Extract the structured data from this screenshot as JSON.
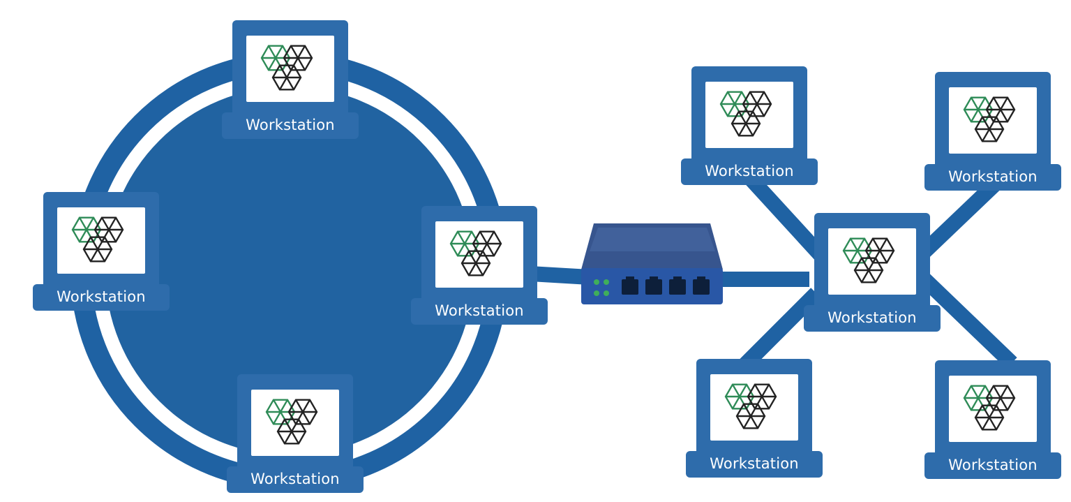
{
  "colors": {
    "link": "#1f62a3",
    "ring_fill": "#2163a1",
    "device": "#2e6cab",
    "switch_top": "#37558e",
    "switch_front": "#2957a6",
    "switch_led": "#3fae5a",
    "logo_green": "#2e8b57",
    "logo_dark": "#222222"
  },
  "icons": {
    "workstation": "laptop-icon",
    "logo": "hexagon-cluster-logo-icon",
    "switch": "network-switch-icon",
    "port": "ethernet-port-icon"
  },
  "topology": {
    "ring": {
      "workstations": [
        {
          "id": "ring-top",
          "label": "Workstation"
        },
        {
          "id": "ring-left",
          "label": "Workstation"
        },
        {
          "id": "ring-right",
          "label": "Workstation"
        },
        {
          "id": "ring-bottom",
          "label": "Workstation"
        }
      ]
    },
    "switch": {
      "ports": 4
    },
    "star": {
      "hub": {
        "id": "star-hub",
        "label": "Workstation"
      },
      "workstations": [
        {
          "id": "star-top-left",
          "label": "Workstation"
        },
        {
          "id": "star-top-right",
          "label": "Workstation"
        },
        {
          "id": "star-bottom-left",
          "label": "Workstation"
        },
        {
          "id": "star-bottom-right",
          "label": "Workstation"
        }
      ]
    }
  }
}
